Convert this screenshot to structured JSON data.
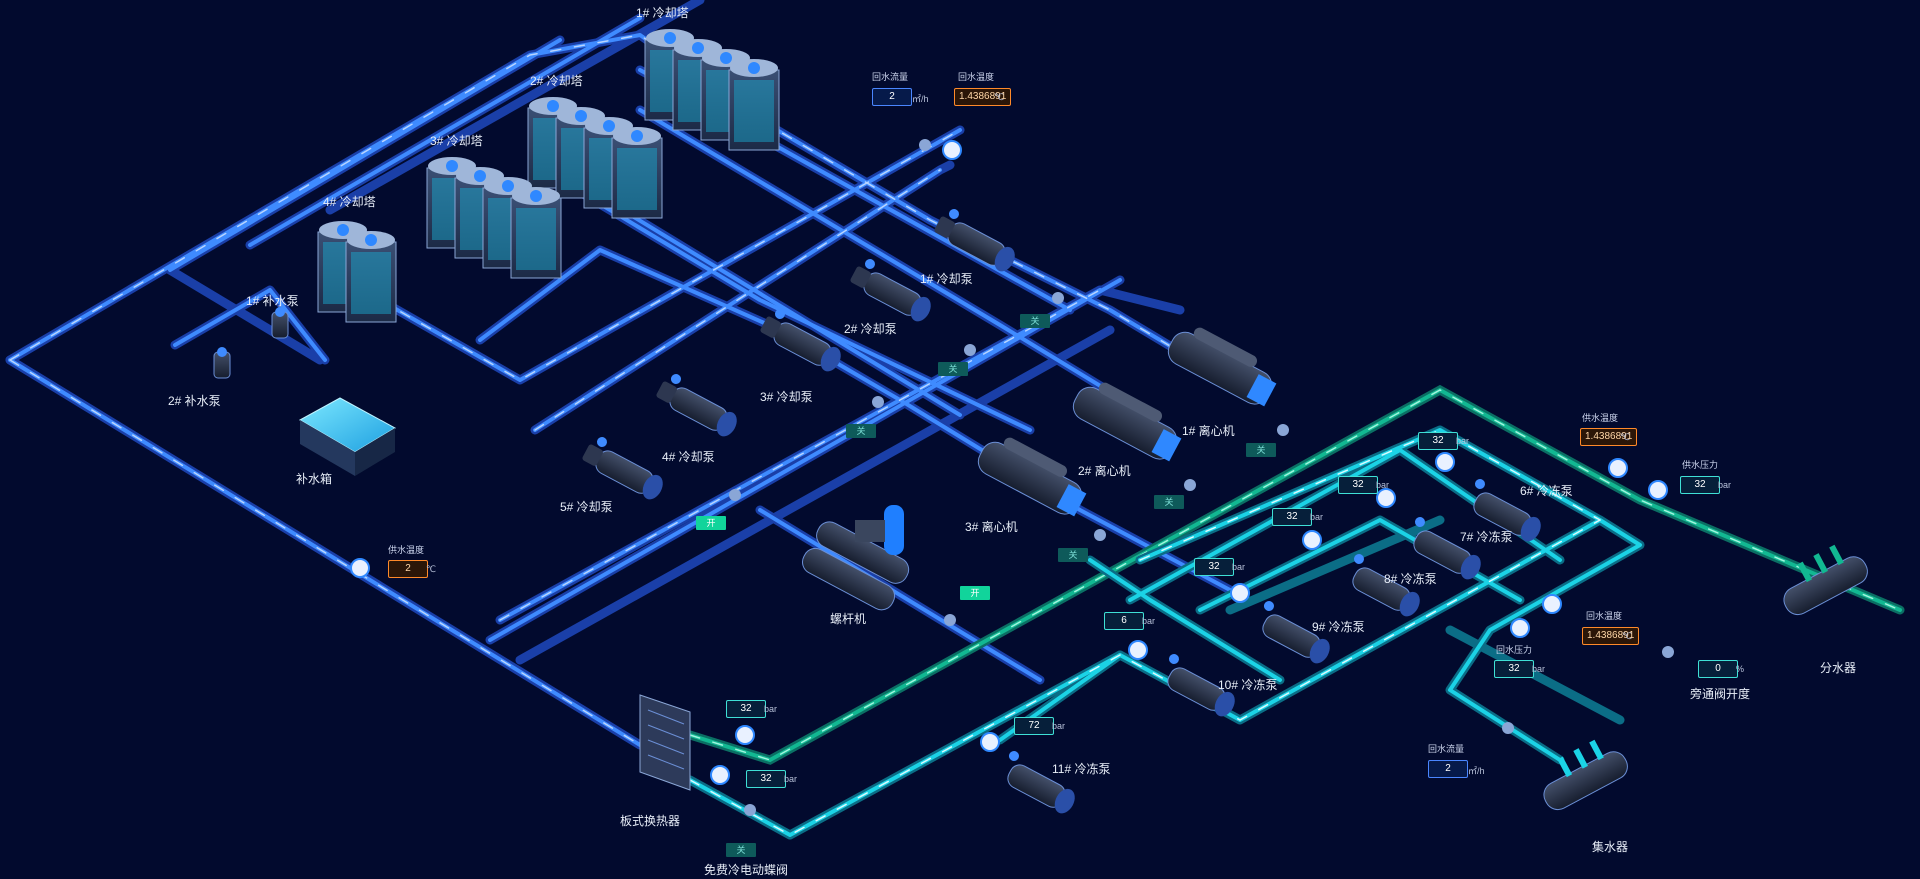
{
  "equipment": {
    "cooling_towers": [
      "1# 冷却塔",
      "2# 冷却塔",
      "3# 冷却塔",
      "4# 冷却塔"
    ],
    "makeup_pumps": [
      "1# 补水泵",
      "2# 补水泵"
    ],
    "makeup_tank": "补水箱",
    "cooling_pumps": [
      "1# 冷却泵",
      "2# 冷却泵",
      "3# 冷却泵",
      "4# 冷却泵",
      "5# 冷却泵"
    ],
    "chillers": [
      "1# 离心机",
      "2# 离心机",
      "3# 离心机"
    ],
    "screw_machine": "螺杆机",
    "chilled_pumps": [
      "6# 冷冻泵",
      "7# 冷冻泵",
      "8# 冷冻泵",
      "9# 冷冻泵",
      "10# 冷冻泵",
      "11# 冷冻泵"
    ],
    "plate_exchanger": "板式换热器",
    "free_cooling_valve": "免费冷电动蝶阀",
    "distributor": "分水器",
    "collector": "集水器",
    "bypass_label": "旁通阀开度"
  },
  "readings": {
    "top_flow": {
      "label": "回水流量",
      "value": "2",
      "unit": "㎡/h"
    },
    "top_temp": {
      "label": "回水温度",
      "value": "1.4386891",
      "unit": "℃"
    },
    "left_temp": {
      "label": "供水温度",
      "value": "2",
      "unit": "℃"
    },
    "supply_temp": {
      "label": "供水温度",
      "value": "1.4386891",
      "unit": "℃"
    },
    "supply_pressure": {
      "label": "供水压力",
      "value": "32",
      "unit": "bar"
    },
    "return_temp": {
      "label": "回水温度",
      "value": "1.4386891",
      "unit": "℃"
    },
    "return_pressure": {
      "label": "回水压力",
      "value": "32",
      "unit": "bar"
    },
    "return_flow": {
      "label": "回水流量",
      "value": "2",
      "unit": "㎡/h"
    },
    "bypass_opening": {
      "value": "0",
      "unit": "%"
    }
  },
  "pressures": [
    {
      "value": "32",
      "unit": "bar"
    },
    {
      "value": "32",
      "unit": "bar"
    },
    {
      "value": "32",
      "unit": "bar"
    },
    {
      "value": "32",
      "unit": "bar"
    },
    {
      "value": "6",
      "unit": "bar"
    },
    {
      "value": "72",
      "unit": "bar"
    },
    {
      "value": "32",
      "unit": "bar"
    },
    {
      "value": "32",
      "unit": "bar"
    }
  ],
  "switches": {
    "closed": "关",
    "open": "开"
  },
  "colors": {
    "background": "#020a2e",
    "cooling_pipe": "#2a6cff",
    "chilled_pipe": "#19c6d6",
    "transfer_pipe": "#12b892",
    "accent_orange": "#ff8a2a"
  }
}
